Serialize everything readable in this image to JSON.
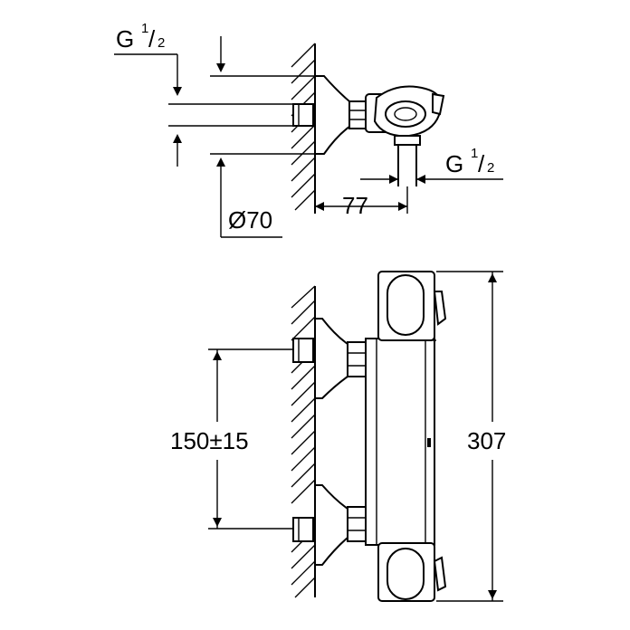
{
  "labels": {
    "inlet_thread_top": "G",
    "inlet_thread_top_frac_num": "1",
    "inlet_thread_top_frac_den": "2",
    "outlet_thread": "G",
    "outlet_thread_frac_num": "1",
    "outlet_thread_frac_den": "2",
    "flange_diameter": "Ø70",
    "outlet_offset": "77",
    "inlet_spacing": "150±15",
    "total_height": "307"
  }
}
